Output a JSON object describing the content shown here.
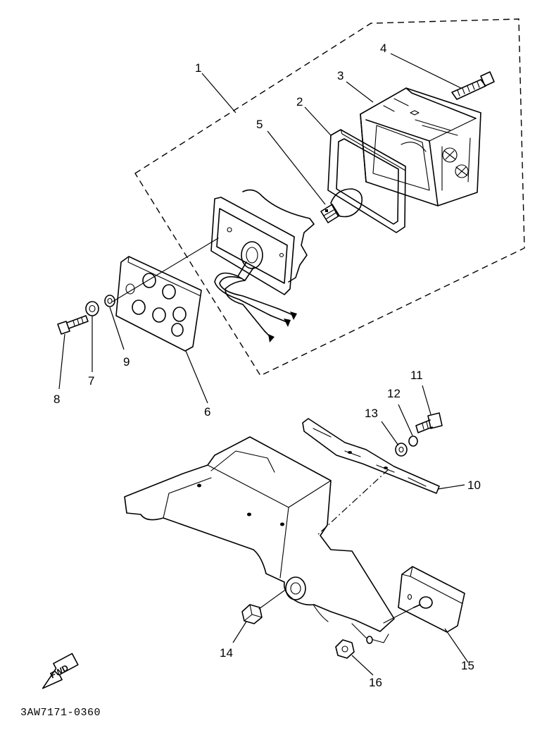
{
  "diagram": {
    "code": "3AW7171-0360",
    "fwd_label": "FWD",
    "callouts": {
      "p1": "1",
      "p2": "2",
      "p3": "3",
      "p4": "4",
      "p5": "5",
      "p6": "6",
      "p7": "7",
      "p8": "8",
      "p9": "9",
      "p10": "10",
      "p11": "11",
      "p12": "12",
      "p13": "13",
      "p14": "14",
      "p15": "15",
      "p16": "16"
    }
  }
}
